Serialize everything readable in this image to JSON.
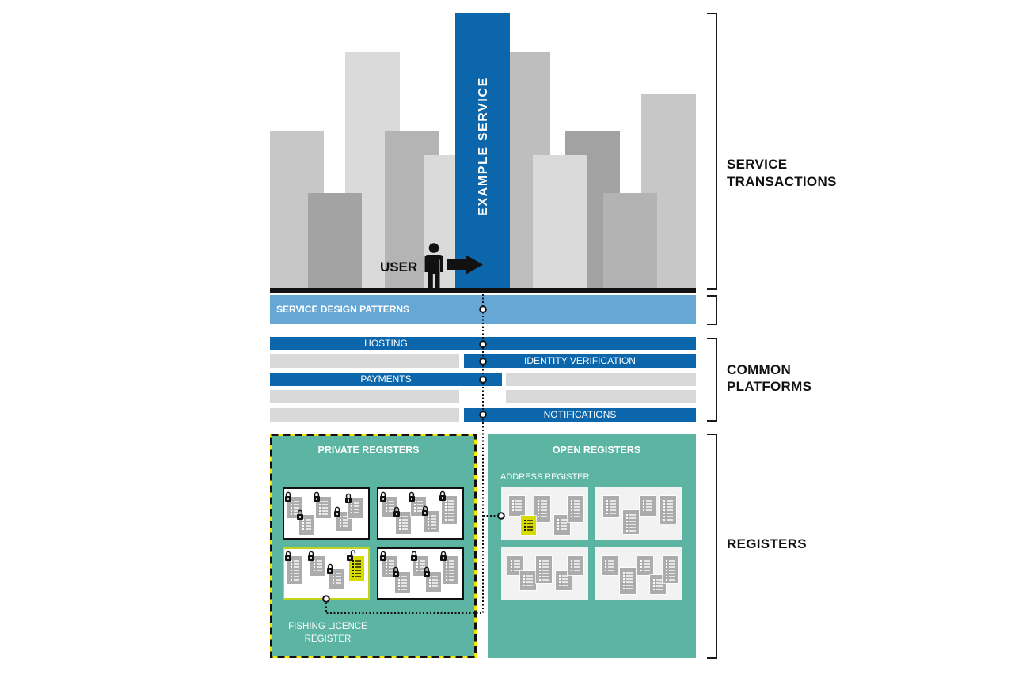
{
  "diagram": {
    "service": {
      "label": "EXAMPLE SERVICE",
      "user_label": "USER"
    },
    "service_design_patterns": "SERVICE DESIGN PATTERNS",
    "platforms": {
      "hosting": "HOSTING",
      "identity_verification": "IDENTITY VERIFICATION",
      "payments": "PAYMENTS",
      "notifications": "NOTIFICATIONS"
    },
    "registers": {
      "private_title": "PRIVATE REGISTERS",
      "open_title": "OPEN REGISTERS",
      "address_register": "ADDRESS REGISTER",
      "fishing_licence_register": "FISHING LICENCE REGISTER"
    },
    "layer_labels": {
      "service_transactions": "SERVICE TRANSACTIONS",
      "common_platforms": "COMMON PLATFORMS",
      "registers": "REGISTERS"
    }
  },
  "colors": {
    "service_blue": "#0b66ab",
    "design_patterns_blue": "#66a7d6",
    "platform_grey": "#d9d9d9",
    "register_teal": "#5cb4a2",
    "highlight_yellow": "#d8db00",
    "private_border_yellow": "#f2e600",
    "selected_register_border": "#c5d21c",
    "open_register_card": "#f2f2f2",
    "ink": "#111111"
  },
  "icons": [
    "person-icon",
    "arrow-right-icon",
    "record-document-icon",
    "padlock-icon",
    "open-padlock-icon",
    "connector-node-icon"
  ]
}
